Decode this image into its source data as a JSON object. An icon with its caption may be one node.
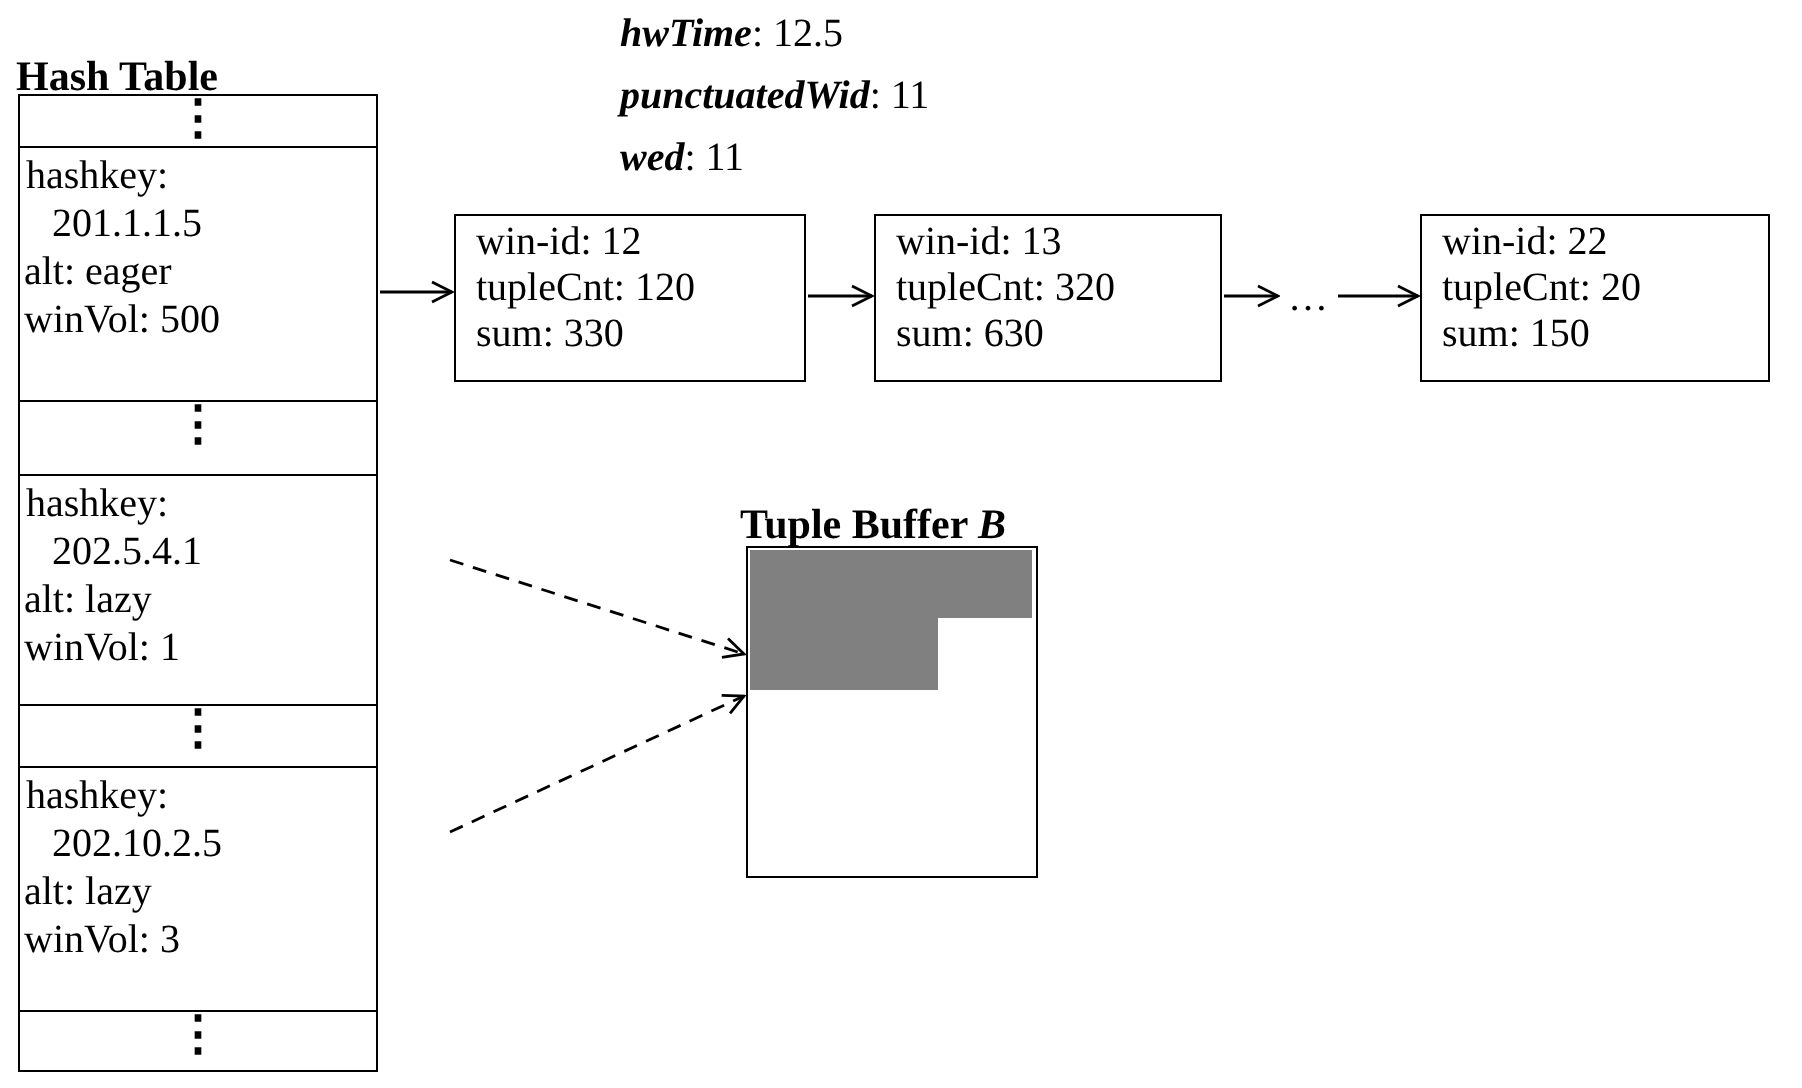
{
  "diagram": {
    "nodes": [
      {
        "text": [
          "Hash Table"
        ]
      },
      {
        "text": [
          "⋮"
        ],
        "in": 0
      },
      {
        "text": [
          "hashkey: 201.1.1.5",
          "alt: eager",
          "winVol: 500"
        ],
        "in": 0
      },
      {
        "text": [
          "⋮"
        ],
        "in": 0
      },
      {
        "text": [
          "hashkey: 202.5.4.1",
          "alt: lazy",
          "winVol: 1"
        ],
        "in": 0
      },
      {
        "text": [
          "⋮"
        ],
        "in": 0
      },
      {
        "text": [
          "hashkey: 202.10.2.5",
          "alt: lazy",
          "winVol: 3"
        ],
        "in": 0
      },
      {
        "text": [
          "⋮"
        ],
        "in": 0
      },
      {
        "text": [
          "win-id: 12",
          "tupleCnt: 120",
          "sum: 330"
        ]
      },
      {
        "text": [
          "win-id: 13",
          "tupleCnt: 320",
          "sum: 630"
        ]
      },
      {
        "text": [
          "…"
        ]
      },
      {
        "text": [
          "win-id: 22",
          "tupleCnt: 20",
          "sum: 150"
        ]
      },
      {
        "text": [
          "Tuple Buffer *B*"
        ]
      }
    ],
    "edges": [
      {
        "from": 2,
        "to": 8,
        "arrow": "to"
      },
      {
        "from": 8,
        "to": 9,
        "arrow": "to"
      },
      {
        "from": 9,
        "to": 10,
        "arrow": "to"
      },
      {
        "from": 10,
        "to": 11,
        "arrow": "to"
      },
      {
        "from": null,
        "to": 12,
        "arrow": "to",
        "style": "dashed"
      },
      {
        "from": null,
        "to": 12,
        "arrow": "to",
        "style": "dashed"
      }
    ],
    "labels": [
      "**hwTime**: 12.5",
      "**punctuatedWid**: 11",
      "**wed**: 11"
    ]
  }
}
